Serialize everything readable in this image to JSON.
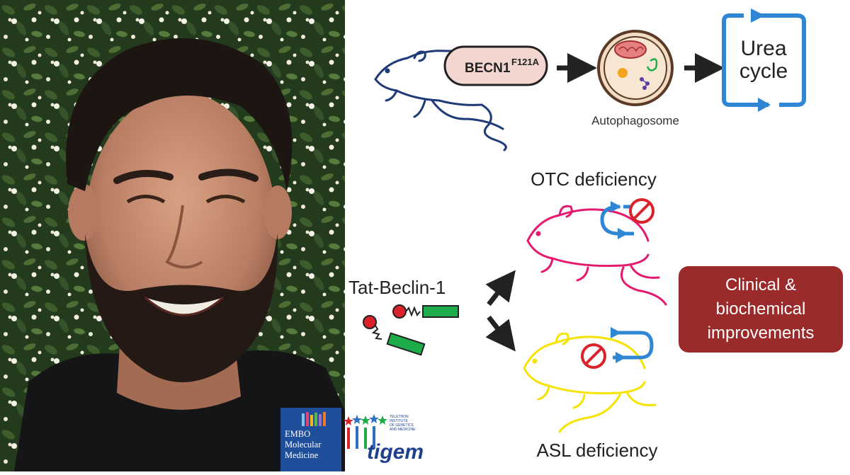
{
  "diagram": {
    "becn1_label": "BECN1",
    "becn1_superscript": "F121A",
    "autophagosome_label": "Autophagosome",
    "urea_cycle_line1": "Urea",
    "urea_cycle_line2": "cycle",
    "otc_label": "OTC deficiency",
    "asl_label": "ASL deficiency",
    "tat_beclin_label": "Tat-Beclin-1",
    "outcome_line1": "Clinical &",
    "outcome_line2": "biochemical",
    "outcome_line3": "improvements",
    "colors": {
      "otc_mouse": "#e5196e",
      "asl_mouse": "#f5e400",
      "wt_mouse": "#1e3a78",
      "cycle_blue": "#2e86d4",
      "block_red": "#d9222a",
      "peptide_green": "#1eac4a",
      "outcome_box": "#9b2a2a",
      "becn1_pill": "#f2d6cf"
    }
  },
  "logos": {
    "embo_line1": "EMBO",
    "embo_line2": "Molecular",
    "embo_line3": "Medicine",
    "tigem_text": "tigem",
    "tigem_small1": "TELETHON",
    "tigem_small2": "INSTITUTE",
    "tigem_small3": "OF GENETICS",
    "tigem_small4": "AND MEDICINE"
  }
}
